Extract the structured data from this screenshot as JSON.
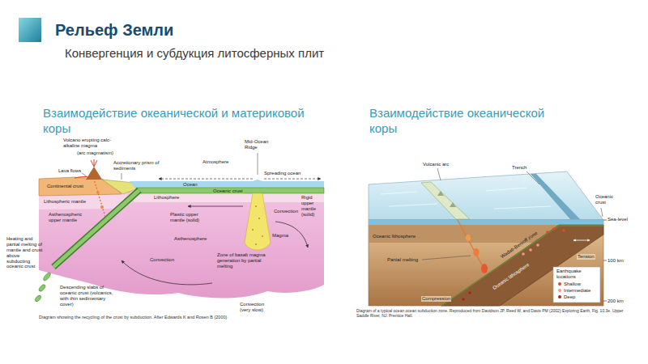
{
  "diagram": {
    "title": "Рельеф Земли",
    "labels": [
      "Конвергенция и субдукция литосферных плит",
      "Взаимодействие океанической и материковой коры",
      "Взаимодействие океанической коры",
      "Volcano erupting calc-alkaline magma",
      "(arc magmatism)",
      "Mid-Ocean Ridge",
      "Lava flows",
      "Accretionary prism of sediments",
      "Atmosphere",
      "Spreading ocean",
      "Ocean",
      "Continental crust",
      "Oceanic crust",
      "Lithosphere",
      "Lithospheric mantle",
      "Rigid upper mantle (solid)",
      "Asthenospheric upper mantle",
      "Plastic upper mantle (solid)",
      "Convection",
      "Asthenosphere",
      "Magma",
      "Convection",
      "Zone of basalt magma generation by partial melting",
      "Convection (very slow)",
      "Heating and partial melting of mantle and crust above subducting oceanic crust",
      "Descending slabs of oceanic crust (volcanics, with thin sedimentary cover)",
      "Diagram showing the recycling of the crust by subduction. After Edwards K and Rosen B (2000)",
      "Volcanic arc",
      "Trench",
      "Oceanic crust",
      "Sea-level",
      "Oceanic lithosphere",
      "Tension",
      "Partial melting",
      "Wadati-Benioff zone",
      "Oceanic lithosphere",
      "100 km",
      "200 km",
      "Compression",
      "Earthquake locations",
      "Diagram of a typical ocean ocean subduction zone. Reproduced from Davidson JP, Reed W, and Davis PM (2002) Exploring Earth, Fig. 10.3e. Upper Saddle River, NJ: Prentice Hall."
    ],
    "legend": [
      {
        "text": "Shallow",
        "color": "#e8472e"
      },
      {
        "text": "Intermediate",
        "color": "#f29a7e"
      },
      {
        "text": "Deep",
        "color": "#a8261c"
      }
    ]
  }
}
